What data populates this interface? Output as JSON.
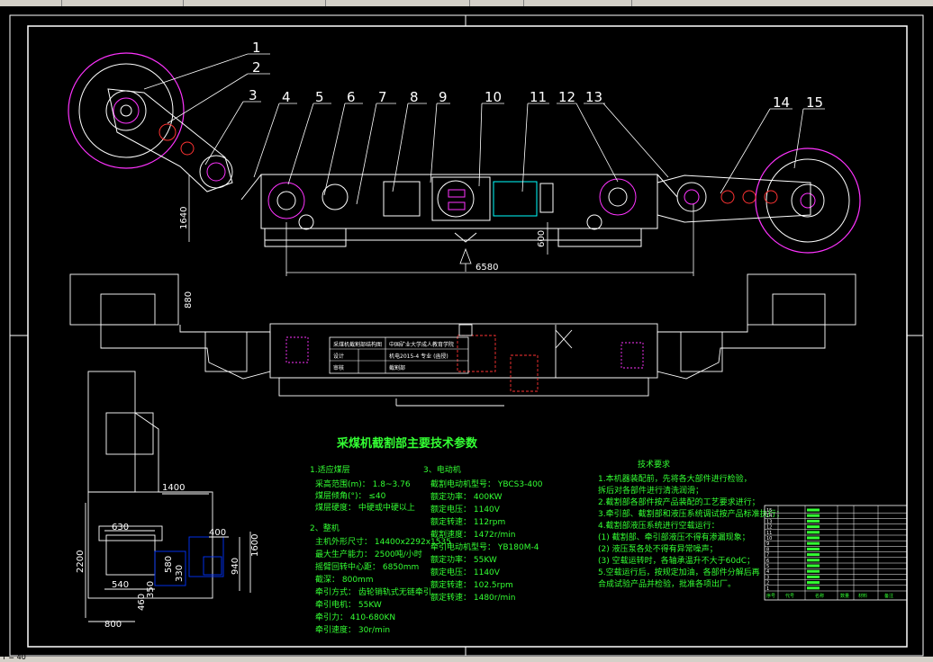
{
  "window": {
    "status_text": "Y = 40"
  },
  "balloons": [
    "1",
    "2",
    "3",
    "4",
    "5",
    "6",
    "7",
    "8",
    "9",
    "10",
    "11",
    "12",
    "13",
    "14",
    "15"
  ],
  "dims": {
    "h_total": "6580",
    "left_height": "1640",
    "right_height": "600",
    "plan_height": "880",
    "side_1400": "1400",
    "side_630": "630",
    "side_400": "400",
    "side_2200": "2200",
    "side_580": "580",
    "side_330": "330",
    "side_350": "350",
    "side_940": "940",
    "side_1600": "1600",
    "side_540": "540",
    "side_460": "460",
    "side_800": "800"
  },
  "plan_label": {
    "line1_a": "采煤机截割部结构图",
    "line1_b": "中国矿业大学成人教育学院",
    "line2_a": "设计",
    "line2_b": "机电2015-4 专业 (函授)",
    "line3_a": "审核",
    "line3_b": "截割部"
  },
  "params": {
    "title": "采煤机截割部主要技术参数",
    "col1_h1": "1.适应煤层",
    "col1": [
      "采高范围(m)：  1.8~3.76",
      "煤层倾角(°)：  ≤40",
      "煤层硬度：   中硬或中硬以上"
    ],
    "col1_h2": "2、整机",
    "col1b": [
      "主机外形尺寸：  14400x2292x1535",
      "最大生产能力：  2500吨/小时",
      "摇臂回转中心距：  6850mm",
      "截深：       800mm",
      "牵引方式：    齿轮销轨式无链牵引",
      "牵引电机：     55KW",
      "牵引力：     410-680KN",
      "牵引速度：     30r/min"
    ],
    "col2_h": "3、电动机",
    "col2": [
      "截割电动机型号：  YBCS3-400",
      "额定功率：    400KW",
      "额定电压：    1140V",
      "额定转速：    112rpm",
      "截割速度：    1472r/min",
      "牵引电动机型号：  YB180M-4",
      "额定功率：    55KW",
      "额定电压：    1140V",
      "额定转速：    102.5rpm",
      "额定转速：    1480r/min"
    ]
  },
  "tech_req": {
    "title": "技术要求",
    "lines": [
      "1.本机器装配前，先将各大部件进行检验，",
      "  拆后对各部件进行清洗润滑；",
      "2.截割部各部件按产品装配的工艺要求进行；",
      "3.牵引部、截割部和液压系统调试按产品标准执行；",
      "4.截割部液压系统进行空载运行：",
      "(1) 截割部、牵引部液压不得有渗漏现象；",
      "(2) 液压泵各处不得有异常噪声；",
      "(3) 空载运转时，各轴承温升不大于60dC；",
      "5.空载运行后，按规定加油，各部件分解后再",
      "  合成试验产品并检验，批准各项出厂。"
    ]
  },
  "bom": {
    "rows": [
      "15",
      "14",
      "13",
      "12",
      "11",
      "10",
      "9",
      "8",
      "7",
      "6",
      "5",
      "4",
      "3",
      "2",
      "1"
    ],
    "headers": [
      "序号",
      "代号",
      "名称",
      "数量",
      "材料",
      "备注"
    ]
  },
  "colors": {
    "white": "#ffffff",
    "green": "#33ff33",
    "magenta": "#ff33ff",
    "red": "#ff3333",
    "cyan": "#00ffff",
    "blue": "#0033ff"
  }
}
